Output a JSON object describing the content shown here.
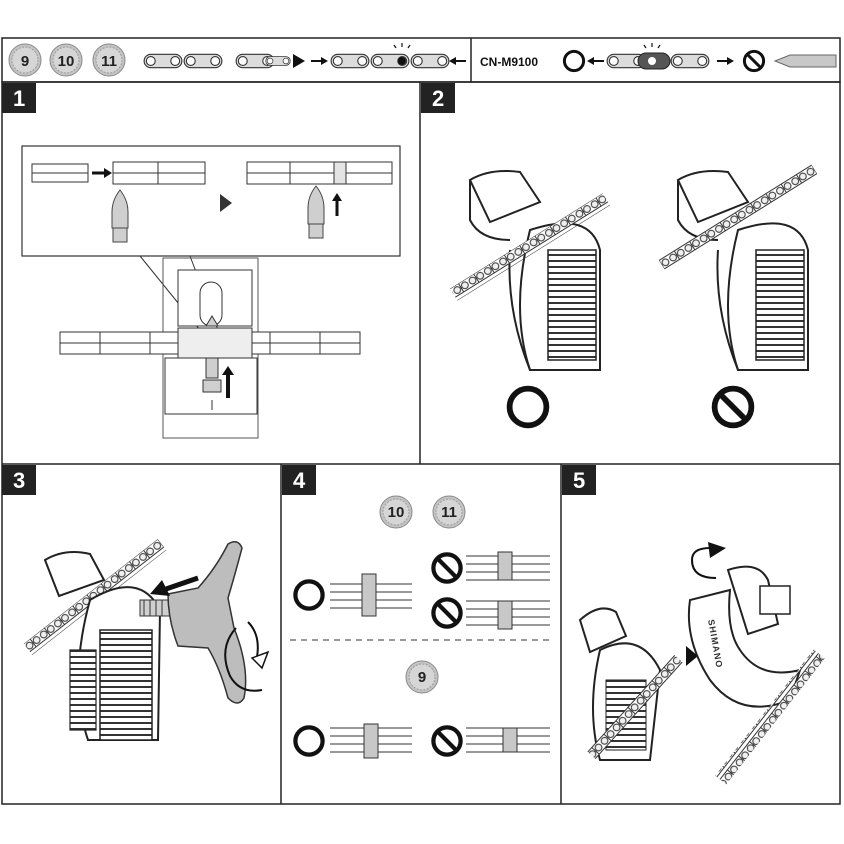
{
  "header": {
    "speeds": [
      "9",
      "10",
      "11"
    ],
    "model": "CN-M9100"
  },
  "steps": {
    "s1": "1",
    "s2": "2",
    "s3": "3",
    "s4": "4",
    "s5": "5"
  },
  "step4": {
    "group_top": [
      "10",
      "11"
    ],
    "group_bottom": [
      "9"
    ]
  },
  "step5": {
    "brand": "SHIMANO"
  },
  "colors": {
    "frame": "#222222",
    "label_bg": "#222222",
    "medal": "#bdbdbd",
    "chain_gray": "#c8c8c8"
  },
  "icons": [
    "ok-circle-icon",
    "prohibited-icon",
    "arrow-right-icon",
    "arrow-left-icon",
    "rotation-arrow-icon",
    "pin-icon"
  ]
}
